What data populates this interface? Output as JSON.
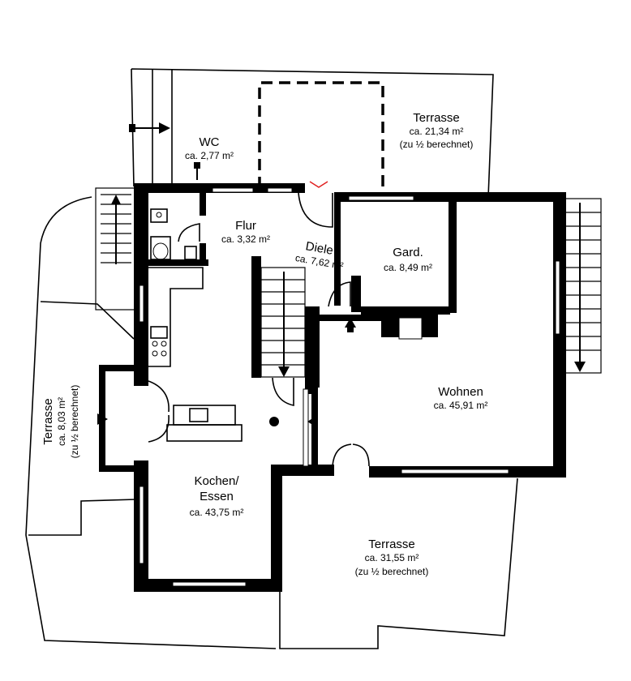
{
  "rooms": {
    "wc": {
      "name": "WC",
      "area": "ca. 2,77 m²"
    },
    "flur": {
      "name": "Flur",
      "area": "ca. 3,32 m²"
    },
    "diele": {
      "name": "Diele",
      "area": "ca. 7,62 m²"
    },
    "gard": {
      "name": "Gard.",
      "area": "ca. 8,49 m²"
    },
    "wohnen": {
      "name": "Wohnen",
      "area": "ca. 45,91 m²"
    },
    "kochen": {
      "name_line1": "Kochen/",
      "name_line2": "Essen",
      "area": "ca. 43,75 m²"
    }
  },
  "terraces": {
    "top": {
      "name": "Terrasse",
      "area": "ca. 21,34 m²",
      "note": "(zu ½ berechnet)"
    },
    "left": {
      "name": "Terrasse",
      "area": "ca. 8,03 m²",
      "note": "(zu ½ berechnet)"
    },
    "bottom": {
      "name": "Terrasse",
      "area": "ca. 31,55 m²",
      "note": "(zu ½ berechnet)"
    }
  },
  "colors": {
    "wall": "#000000",
    "background": "#ffffff",
    "entrance_marker": "#e02020"
  }
}
